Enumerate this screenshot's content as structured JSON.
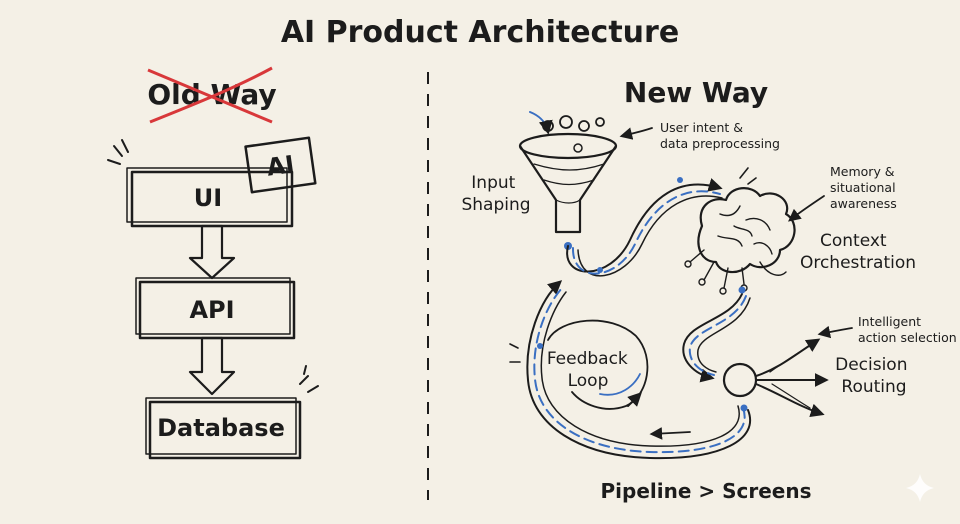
{
  "title": "AI Product Architecture",
  "old_way": {
    "heading": "Old Way",
    "boxes": {
      "ai": "AI",
      "ui": "UI",
      "api": "API",
      "database": "Database"
    }
  },
  "new_way": {
    "heading": "New Way",
    "stages": {
      "input_shaping": [
        "Input",
        "Shaping"
      ],
      "context_orchestration": [
        "Context",
        "Orchestration"
      ],
      "decision_routing": [
        "Decision",
        "Routing"
      ],
      "feedback_loop": [
        "Feedback",
        "Loop"
      ]
    },
    "annotations": {
      "user_intent": [
        "User intent &",
        "data preprocessing"
      ],
      "memory": [
        "Memory &",
        "situational",
        "awareness"
      ],
      "intelligent": [
        "Intelligent",
        "action selection"
      ]
    },
    "footer": "Pipeline > Screens"
  },
  "colors": {
    "ink": "#1c1c1c",
    "flow_blue": "#3a6fc2",
    "strike_red": "#d8383a",
    "paper": "#f4f0e6"
  }
}
